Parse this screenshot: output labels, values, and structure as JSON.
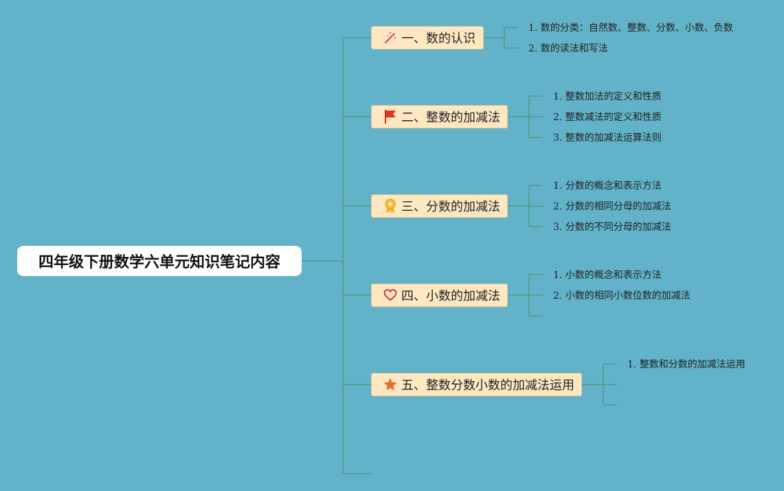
{
  "title": "四年级下册数学六单元知识笔记内容",
  "branches": [
    {
      "label": "一、数的认识",
      "icon": "magic-wand-icon",
      "items": [
        "1. 数的分类：自然数、整数、分数、小数、负数",
        "2. 数的读法和写法"
      ]
    },
    {
      "label": "二、整数的加减法",
      "icon": "flag-icon",
      "items": [
        "1. 整数加法的定义和性质",
        "2. 整数减法的定义和性质",
        "3. 整数的加减法运算法则"
      ]
    },
    {
      "label": "三、分数的加减法",
      "icon": "award-medal-icon",
      "items": [
        "1. 分数的概念和表示方法",
        "2. 分数的相同分母的加减法",
        "3. 分数的不同分母的加减法"
      ]
    },
    {
      "label": "四、小数的加减法",
      "icon": "heart-icon",
      "items": [
        "1. 小数的概念和表示方法",
        "2. 小数的相同小数位数的加减法"
      ]
    },
    {
      "label": "五、整数分数小数的加减法运用",
      "icon": "star-icon",
      "items": [
        "1. 整数和分数的加减法运用"
      ]
    }
  ],
  "colors": {
    "background": "#62b3c9",
    "connector": "#4f9a86",
    "branch_fill": "#fde8c2",
    "branch_border": "#e3c58c",
    "root_fill": "#ffffff"
  }
}
